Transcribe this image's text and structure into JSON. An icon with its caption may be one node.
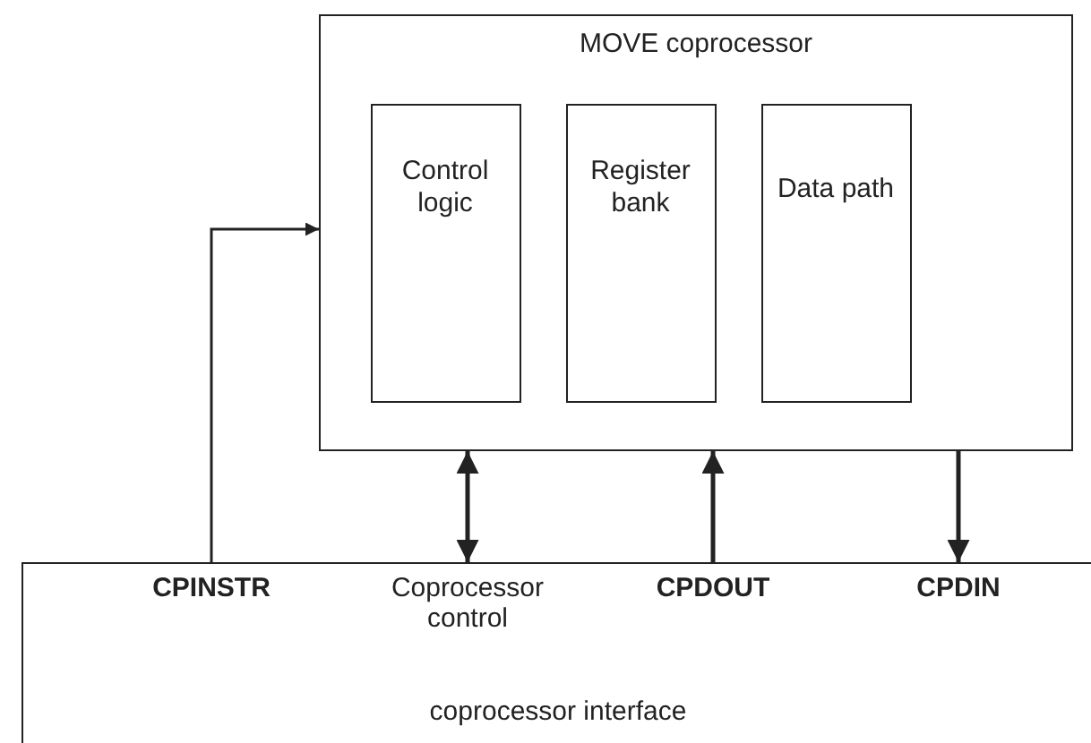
{
  "diagram": {
    "nodes": [
      {
        "text": [
          "MOVE coprocessor"
        ]
      },
      {
        "text": [
          "Control logic"
        ],
        "in": 0
      },
      {
        "text": [
          "Register bank"
        ],
        "in": 0
      },
      {
        "text": [
          "Data path"
        ],
        "in": 0
      },
      {
        "text": [
          "coprocessor interface"
        ]
      }
    ],
    "edges": [
      {
        "from": 4,
        "to": 0,
        "arrow": "to"
      },
      {
        "from": 4,
        "to": 0,
        "arrow": "both"
      },
      {
        "from": 4,
        "to": 0,
        "arrow": "to"
      },
      {
        "from": 0,
        "to": 4,
        "arrow": "to"
      }
    ],
    "labels": [
      "CPINSTR",
      "Coprocessor control",
      "CPDOUT",
      "CPDIN"
    ]
  }
}
